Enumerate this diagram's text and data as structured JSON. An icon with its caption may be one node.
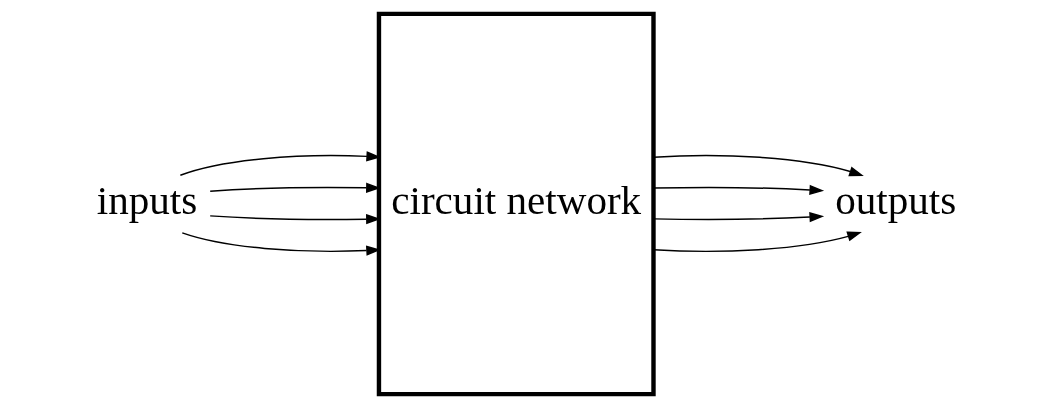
{
  "diagram": {
    "nodes": [
      {
        "text": [
          "inputs"
        ]
      },
      {
        "text": [
          "circuit network"
        ]
      },
      {
        "text": [
          "outputs"
        ]
      }
    ],
    "edges": [
      {
        "from": 0,
        "to": 1,
        "arrow": "to"
      },
      {
        "from": 0,
        "to": 1,
        "arrow": "to"
      },
      {
        "from": 0,
        "to": 1,
        "arrow": "to"
      },
      {
        "from": 0,
        "to": 1,
        "arrow": "to"
      },
      {
        "from": 1,
        "to": 2,
        "arrow": "to"
      },
      {
        "from": 1,
        "to": 2,
        "arrow": "to"
      },
      {
        "from": 1,
        "to": 2,
        "arrow": "to"
      },
      {
        "from": 1,
        "to": 2,
        "arrow": "to"
      }
    ]
  }
}
